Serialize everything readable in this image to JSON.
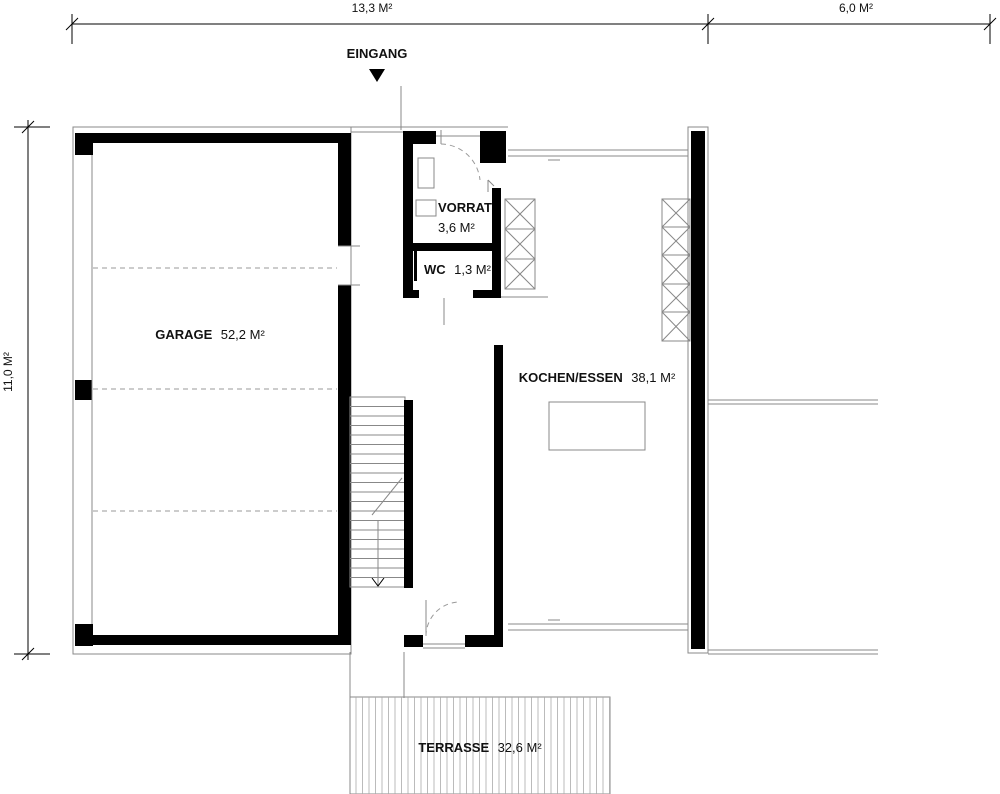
{
  "dimensions": {
    "width_total": "13,3 M²",
    "width_extension": "6,0 M²",
    "height_total": "11,0 M²"
  },
  "entrance": {
    "label": "EINGANG"
  },
  "rooms": {
    "garage": {
      "name": "GARAGE",
      "area": "52,2 M²"
    },
    "vorrat": {
      "name": "VORRAT",
      "area": "3,6 M²"
    },
    "wc": {
      "name": "WC",
      "area": "1,3 M²"
    },
    "kochen_essen": {
      "name": "KOCHEN/ESSEN",
      "area": "38,1 M²"
    },
    "terrasse": {
      "name": "TERRASSE",
      "area": "32,6 M²"
    }
  }
}
